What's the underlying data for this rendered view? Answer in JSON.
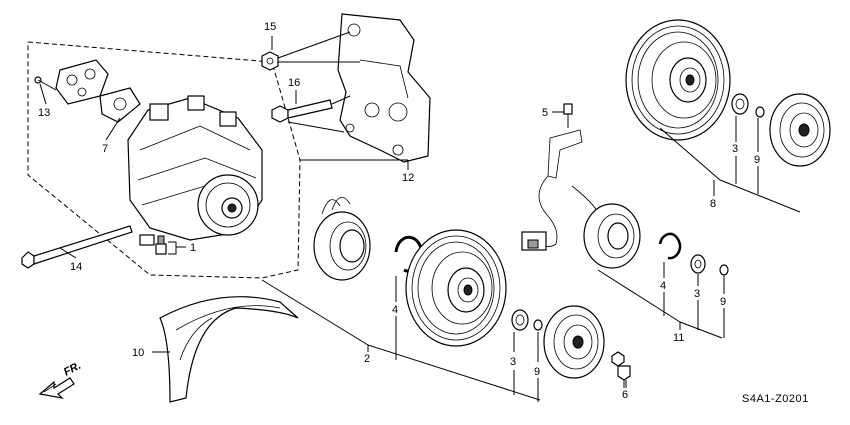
{
  "callouts": {
    "c1": "1",
    "c2": "2",
    "c3a": "3",
    "c3b": "3",
    "c3c": "3",
    "c4a": "4",
    "c4b": "4",
    "c5": "5",
    "c6": "6",
    "c7": "7",
    "c8": "8",
    "c9a": "9",
    "c9b": "9",
    "c9c": "9",
    "c10": "10",
    "c11": "11",
    "c12": "12",
    "c13": "13",
    "c14": "14",
    "c15": "15",
    "c16": "16"
  },
  "front_arrow_label": "FR.",
  "diagram_code": "S4A1-Z0201"
}
